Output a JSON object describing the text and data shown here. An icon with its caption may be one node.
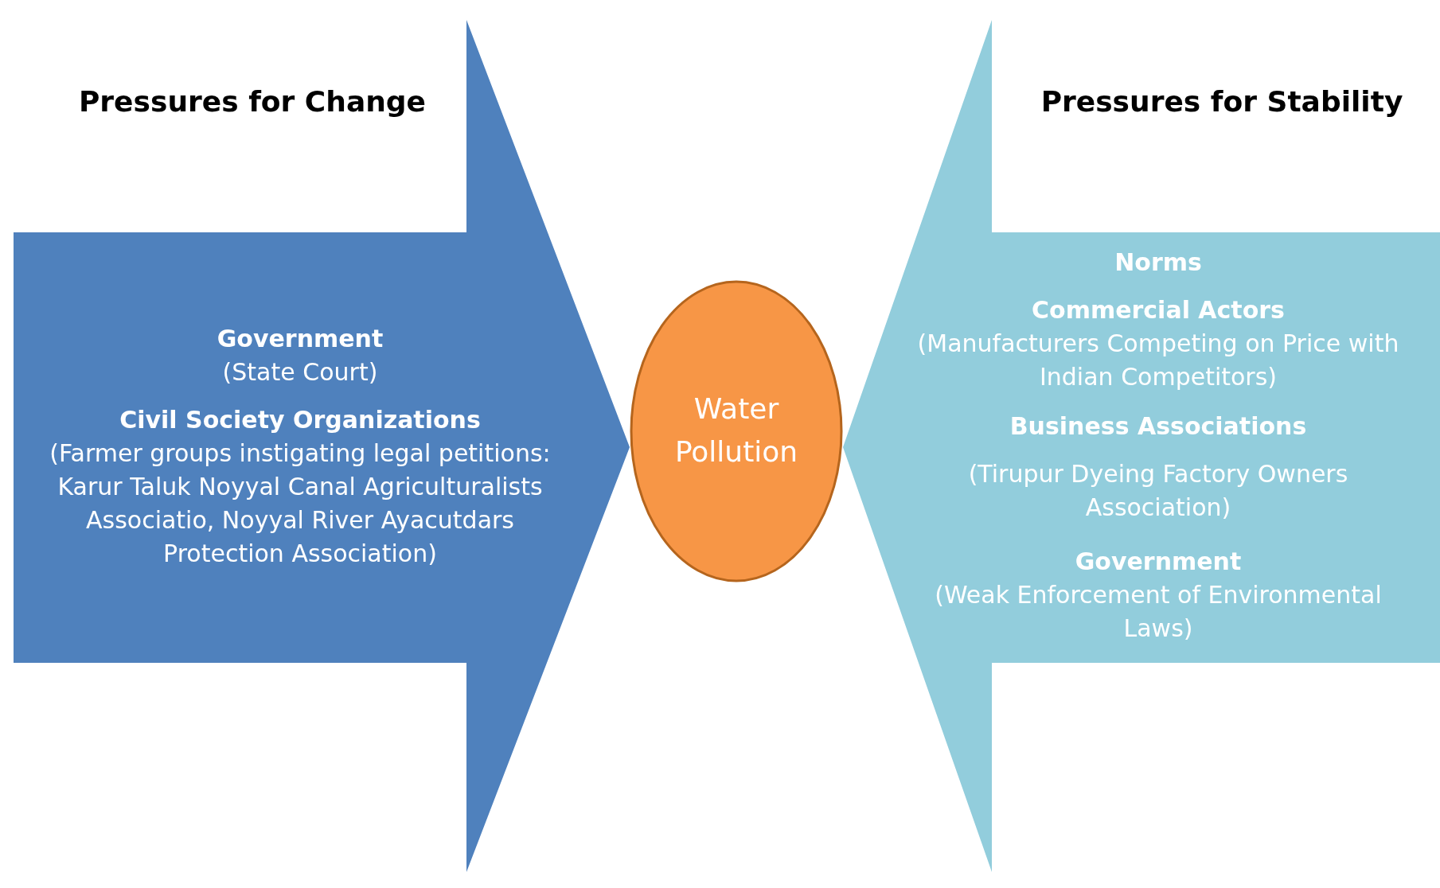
{
  "diagram": {
    "nodes": [
      {
        "text": [
          "Pressures for Change",
          "Government",
          "(State Court)",
          "Civil Society Organizations",
          "(Farmer groups instigating legal petitions: Karur Taluk Noyyal Canal Agriculturalists Associatio, Noyyal River Ayacutdars Protection Association)"
        ]
      },
      {
        "text": [
          "Water Pollution"
        ]
      },
      {
        "text": [
          "Pressures for Stability",
          "Norms",
          "Commercial Actors",
          "(Manufacturers Competing on Price with Indian Competitors)",
          "Business Associations",
          "(Tirupur Dyeing Factory Owners Association)",
          "Government",
          "(Weak Enforcement of Environmental Laws)"
        ]
      }
    ]
  }
}
